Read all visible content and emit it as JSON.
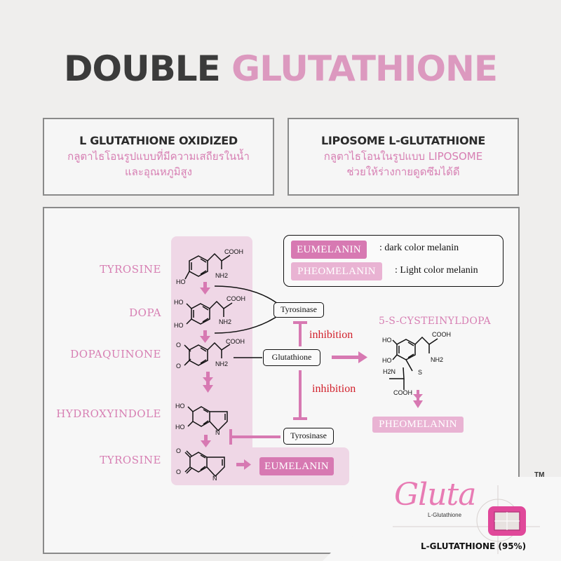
{
  "header": {
    "title_part1": "DOUBLE",
    "title_part2": "GLUTATHIONE"
  },
  "cards": [
    {
      "heading": "L GLUTATHIONE OXIDIZED",
      "lines": [
        "กลูตาไธโอนรูปแบบที่มีความเสถียรในน้ำ",
        "และอุณหภูมิสูง"
      ]
    },
    {
      "heading": "LIPOSOME L-GLUTATHIONE",
      "lines": [
        "กลูตาไธโอนในรูปแบบ LIPOSOME",
        "ช่วยให้ร่างกายดูดซึมได้ดี"
      ]
    }
  ],
  "legend": {
    "items": [
      {
        "tag": "EUMELANIN",
        "desc": ": dark color melanin",
        "color": "#d779b2"
      },
      {
        "tag": "PHEOMELANIN",
        "desc": ": Light color melanin",
        "color": "#e9b3d3"
      }
    ]
  },
  "pathway": {
    "stages": [
      "TYROSINE",
      "DOPA",
      "DOPAQUINONE",
      "HYDROXYINDOLE",
      "TYROSINE"
    ],
    "molecule_labels": {
      "cooh": "COOH",
      "nh2": "NH2",
      "ho": "HO",
      "o": "O",
      "n": "N",
      "h2n": "H2N",
      "s": "S"
    },
    "nodes": {
      "tyrosinase_top": "Tyrosinase",
      "glutathione": "Glutathione",
      "tyrosinase_bottom": "Tyrosinase"
    },
    "inhibition_label_1": "inhibition",
    "inhibition_label_2": "inhibition",
    "side_product": "5-S-CYSTEINYLDOPA",
    "eumelanin_result": "EUMELANIN",
    "pheomelanin_result": "PHEOMELANIN"
  },
  "brand": {
    "logo_text": "Gluta",
    "logo_subtext": "L-Glutathione",
    "trademark": "TM",
    "product_line": "L-GLUTATHIONE (95%)"
  },
  "colors": {
    "accent_pink": "#d77fb3",
    "title_pink": "#dc99bf",
    "tag_dark_pink": "#d779b2",
    "tag_light_pink": "#e9b3d3",
    "inhibition_red": "#d11f2a",
    "highlight_bg": "#efd7e6"
  }
}
